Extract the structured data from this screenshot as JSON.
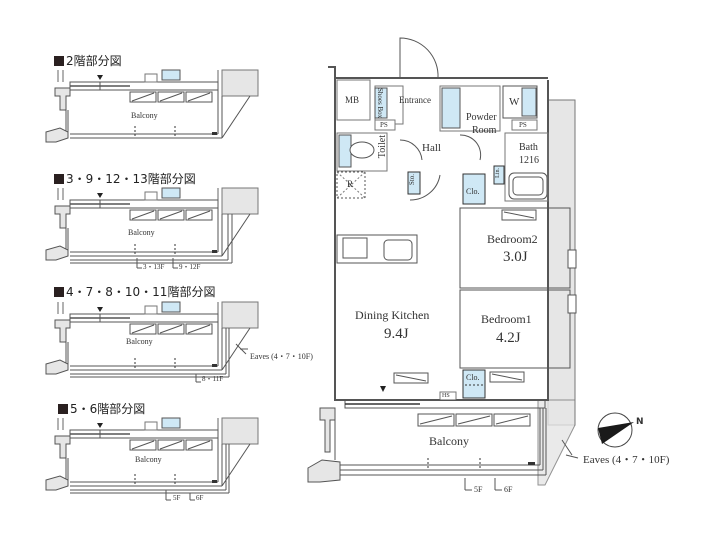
{
  "partial_plans": [
    {
      "title": "2階部分図",
      "balcony_label": "Balcony",
      "notes": []
    },
    {
      "title": "3・9・12・13階部分図",
      "balcony_label": "Balcony",
      "notes": [
        "3・13F",
        "9・12F"
      ]
    },
    {
      "title": "4・7・8・10・11階部分図",
      "balcony_label": "Balcony",
      "notes": [
        "8・11F"
      ],
      "eaves_label": "Eaves (4・7・10F)"
    },
    {
      "title": "5・6階部分図",
      "balcony_label": "Balcony",
      "notes": [
        "5F",
        "6F"
      ]
    }
  ],
  "main_plan": {
    "rooms": {
      "mb": "MB",
      "shoes_box": "Shoes Box",
      "entrance": "Entrance",
      "powder_room_1": "Powder",
      "powder_room_2": "Room",
      "washer": "W",
      "ps_left": "PS",
      "ps_right": "PS",
      "toilet": "Toilet",
      "hall": "Hall",
      "bath_1": "Bath",
      "bath_2": "1216",
      "refrigerator": "R",
      "storage": "Sto.",
      "linen": "Lin.",
      "closet_upper": "Clo.",
      "bedroom2_name": "Bedroom2",
      "bedroom2_area": "3.0J",
      "dining_kitchen_name": "Dining Kitchen",
      "dining_kitchen_area": "9.4J",
      "bedroom1_name": "Bedroom1",
      "bedroom1_area": "4.2J",
      "closet_lower": "Clo.",
      "hs": "HS",
      "balcony": "Balcony"
    },
    "notes": [
      "5F",
      "6F"
    ],
    "eaves_label": "Eaves (4・7・10F)",
    "compass": {
      "north_label": "N",
      "icon": "compass-icon"
    }
  },
  "colors": {
    "wall": "#555555",
    "fixture_blue": "#cfe8f5",
    "shade": "#e6e6e6",
    "text": "#333333"
  }
}
